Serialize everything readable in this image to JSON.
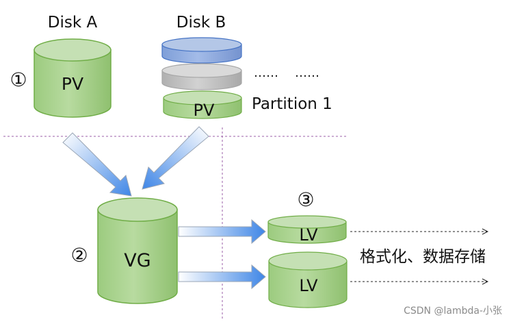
{
  "disks": {
    "a": {
      "title": "Disk A",
      "pv_label": "PV"
    },
    "b": {
      "title": "Disk B",
      "pv_label": "PV",
      "ellipsis_1": "……",
      "ellipsis_2": "……",
      "partition_label": "Partition 1"
    }
  },
  "steps": {
    "one": "①",
    "two": "②",
    "three": "③"
  },
  "vg": {
    "label": "VG"
  },
  "lvs": [
    {
      "label": "LV"
    },
    {
      "label": "LV"
    }
  ],
  "format_label": "格式化、数据存储",
  "watermark": "CSDN @lambda-小张",
  "colors": {
    "green_fill": "#a9d18e",
    "green_top": "#c5e0b4",
    "green_stroke": "#70ad47",
    "blue_fill": "#8faadc",
    "blue_top": "#b4c7e7",
    "blue_stroke": "#4472c4",
    "gray_fill": "#bfbfbf",
    "gray_top": "#d9d9d9",
    "gray_stroke": "#a6a6a6",
    "arrow_blue": "#4a8fe7",
    "divider": "#9b5fa8"
  }
}
